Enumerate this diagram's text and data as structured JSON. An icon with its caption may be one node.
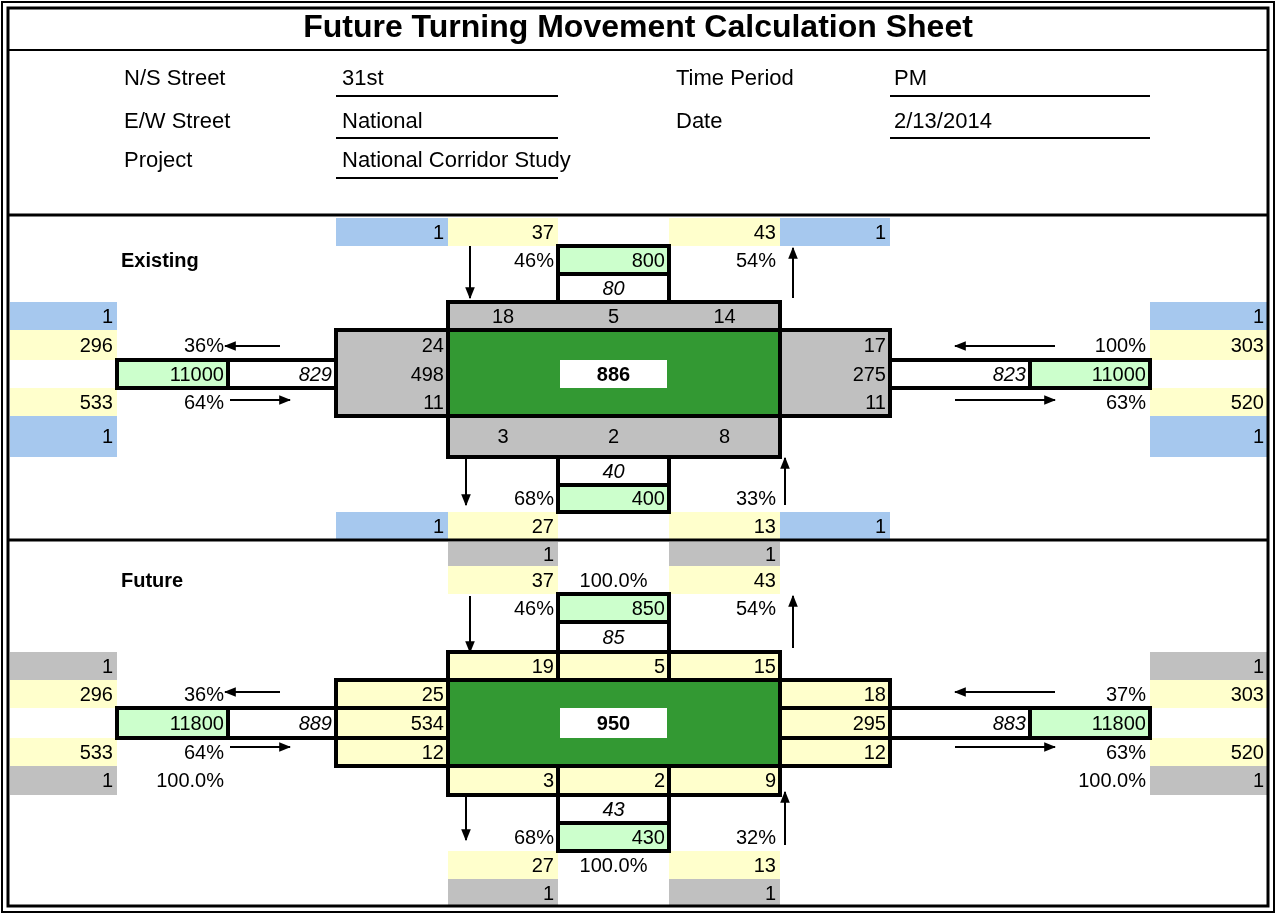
{
  "diagram": {
    "title": "Future Turning Movement Calculation Sheet",
    "labels": [
      "N/S Street",
      "31st",
      "Time Period",
      "PM",
      "E/W Street",
      "National",
      "Date",
      "2/13/2014",
      "Project",
      "National Corridor Study",
      "1",
      "37",
      "43",
      "1",
      "Existing",
      "46%",
      "800",
      "54%",
      "80",
      "1",
      "18",
      "5",
      "14",
      "1",
      "296",
      "36%",
      "24",
      "17",
      "100%",
      "303",
      "11000",
      "829",
      "498",
      "886",
      "275",
      "823",
      "11000",
      "533",
      "64%",
      "11",
      "11",
      "63%",
      "520",
      "1",
      "3",
      "2",
      "8",
      "1",
      "40",
      "68%",
      "400",
      "33%",
      "1",
      "27",
      "13",
      "1",
      "1",
      "1",
      "Future",
      "37",
      "100.0%",
      "43",
      "46%",
      "850",
      "54%",
      "85",
      "1",
      "19",
      "5",
      "15",
      "1",
      "296",
      "36%",
      "25",
      "18",
      "37%",
      "303",
      "11800",
      "889",
      "534",
      "950",
      "295",
      "883",
      "11800",
      "533",
      "64%",
      "12",
      "12",
      "63%",
      "520",
      "1",
      "100.0%",
      "3",
      "2",
      "9",
      "100.0%",
      "1",
      "43",
      "68%",
      "430",
      "32%",
      "27",
      "100.0%",
      "13",
      "1",
      "1"
    ]
  }
}
